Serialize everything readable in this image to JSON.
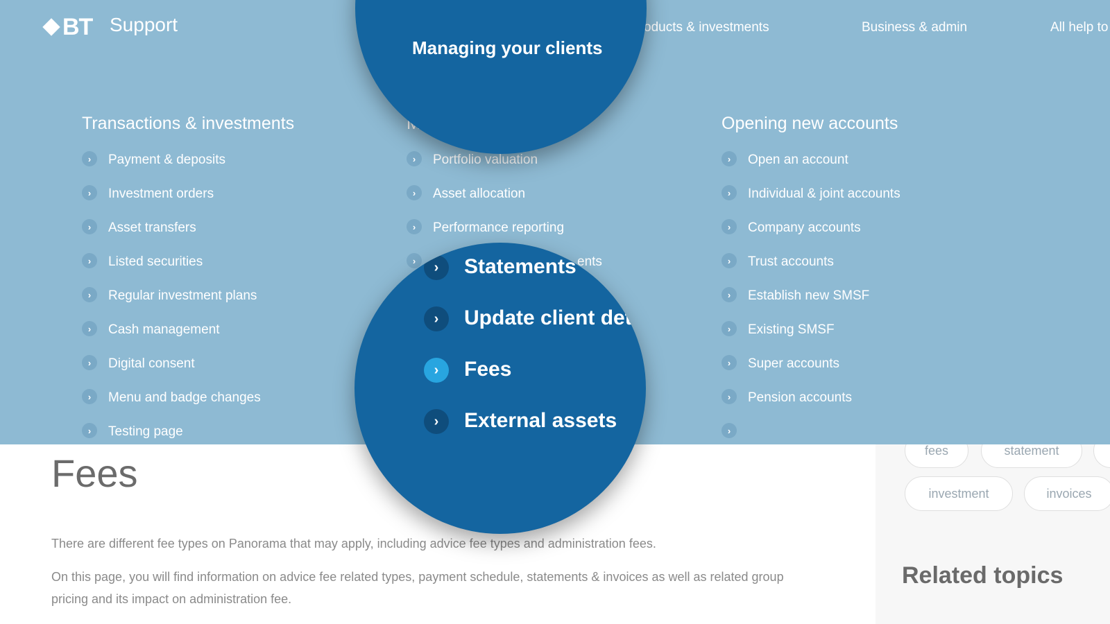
{
  "header": {
    "logo_text": "BT",
    "support_label": "Support",
    "nav": [
      {
        "label": "oducts & investments"
      },
      {
        "label": "Business & admin"
      },
      {
        "label": "All help to"
      }
    ]
  },
  "mega_menu": {
    "columns": [
      {
        "title": "Transactions & investments",
        "items": [
          "Payment & deposits",
          "Investment orders",
          "Asset transfers",
          "Listed securities",
          "Regular investment plans",
          "Cash management",
          "Digital consent",
          "Menu and badge changes",
          "Testing page"
        ]
      },
      {
        "title": "M",
        "items": [
          "Portfolio valuation",
          "Asset allocation",
          "Performance reporting",
          "ents"
        ]
      },
      {
        "title": "Opening new accounts",
        "items": [
          "Open an account",
          "Individual & joint accounts",
          "Company accounts",
          "Trust accounts",
          "Establish new SMSF",
          "Existing SMSF",
          "Super accounts",
          "Pension accounts",
          ""
        ]
      }
    ]
  },
  "zoom": {
    "top_label": "Managing your clients",
    "items": [
      {
        "label": "Statements",
        "active": false
      },
      {
        "label": "Update client deta",
        "active": false
      },
      {
        "label": "Fees",
        "active": true
      },
      {
        "label": "External assets",
        "active": false
      }
    ]
  },
  "main": {
    "title": "Fees",
    "paragraph1": "There are different fee types on Panorama that may apply, including advice fee types and administration fees.",
    "paragraph2": "On this page, you will find information on advice fee related types, payment schedule, statements & invoices as well as related group pricing and its impact on administration fee."
  },
  "sidebar": {
    "tags": [
      "fees",
      "statement",
      "investment",
      "invoices"
    ],
    "related_title": "Related topics"
  },
  "icons": {
    "logo": "bt-diamond-logo",
    "chevron": "chevron-right-icon"
  },
  "colors": {
    "menu_bg": "#8ebad3",
    "zoom_bg": "#1465a0",
    "active_chevron": "#28a5e0"
  }
}
